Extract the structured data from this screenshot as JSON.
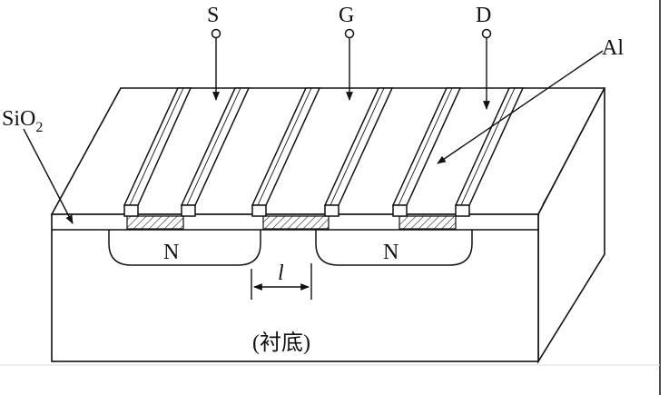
{
  "diagram": {
    "terminals": {
      "source": "S",
      "gate": "G",
      "drain": "D"
    },
    "metal_label": "Al",
    "oxide_label": "SiO",
    "oxide_subscript": "2",
    "doped_regions": [
      "N",
      "N"
    ],
    "gap_label": "l",
    "substrate_label": "(衬底)"
  }
}
